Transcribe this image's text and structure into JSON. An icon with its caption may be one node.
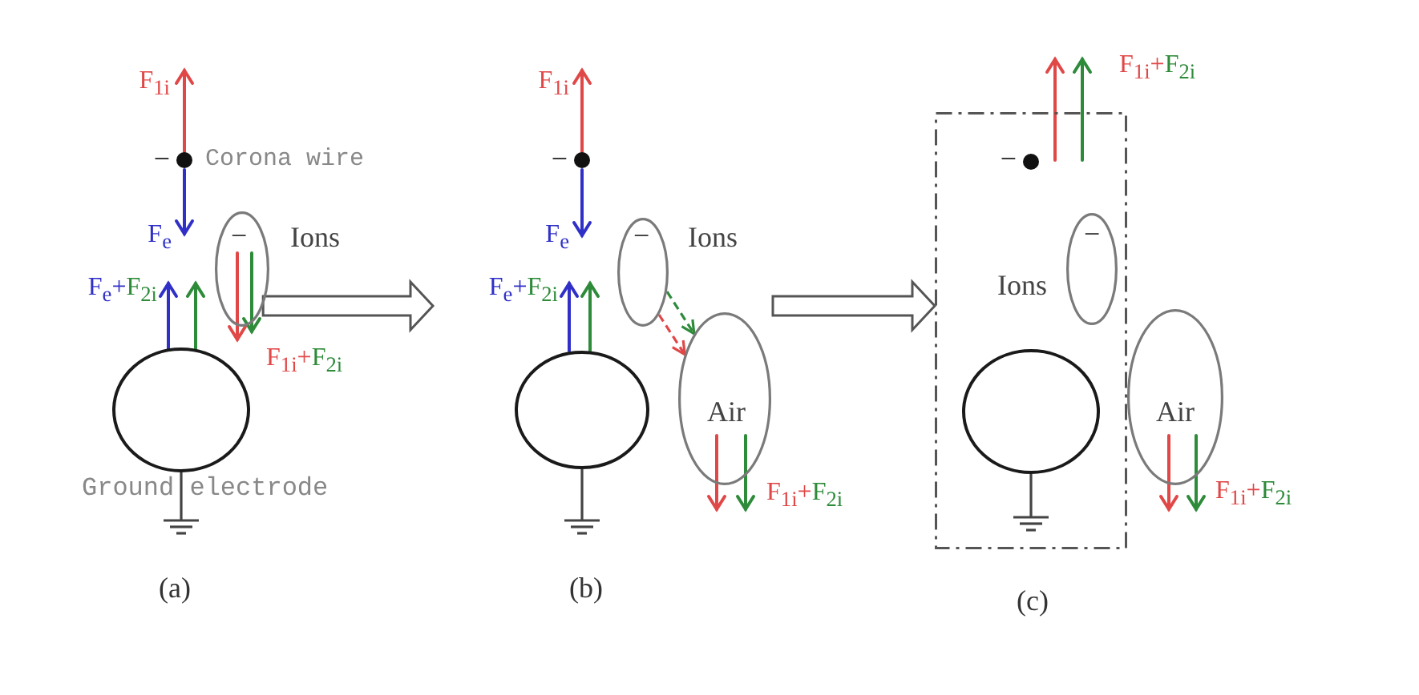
{
  "diagram": {
    "nodes": [
      {
        "text": [
          "−"
        ],
        "beside": [
          "Ions"
        ]
      },
      {
        "text": [],
        "shape": "circle",
        "beside": [
          "Ground electrode"
        ]
      },
      {
        "text": [
          "−"
        ],
        "beside": [
          "Ions"
        ]
      },
      {
        "text": [
          "Air"
        ]
      },
      {
        "text": [],
        "shape": "circle"
      },
      {
        "text": [],
        "shape": "box"
      },
      {
        "text": [
          "−"
        ],
        "in": 5,
        "beside": [
          "Ions"
        ]
      },
      {
        "text": [],
        "shape": "circle",
        "in": 5
      },
      {
        "text": [
          "Air"
        ]
      }
    ],
    "edges": [
      {
        "from": 0,
        "to": null,
        "arrow": "to",
        "style": "thick"
      },
      {
        "from": null,
        "to": 5,
        "arrow": "to",
        "style": "thick"
      },
      {
        "from": 2,
        "to": 3,
        "arrow": "to",
        "style": "dashed",
        "color": "#e04848"
      },
      {
        "from": 2,
        "to": 3,
        "arrow": "to",
        "style": "dashed",
        "color": "#2e8b3a"
      }
    ],
    "labels": [
      "F$_{1i}$",
      "−",
      "Corona wire",
      "F$_{e}$",
      "F$_{e}$+F$_{2i}$",
      "F$_{1i}$+F$_{2i}$",
      "(a)",
      "F$_{1i}$",
      "−",
      "F$_{e}$",
      "F$_{e}$+F$_{2i}$",
      "F$_{1i}$+F$_{2i}$",
      "(b)",
      "F$_{1i}$+F$_{2i}$",
      "−",
      "F$_{1i}$+F$_{2i}$",
      "(c)"
    ]
  }
}
